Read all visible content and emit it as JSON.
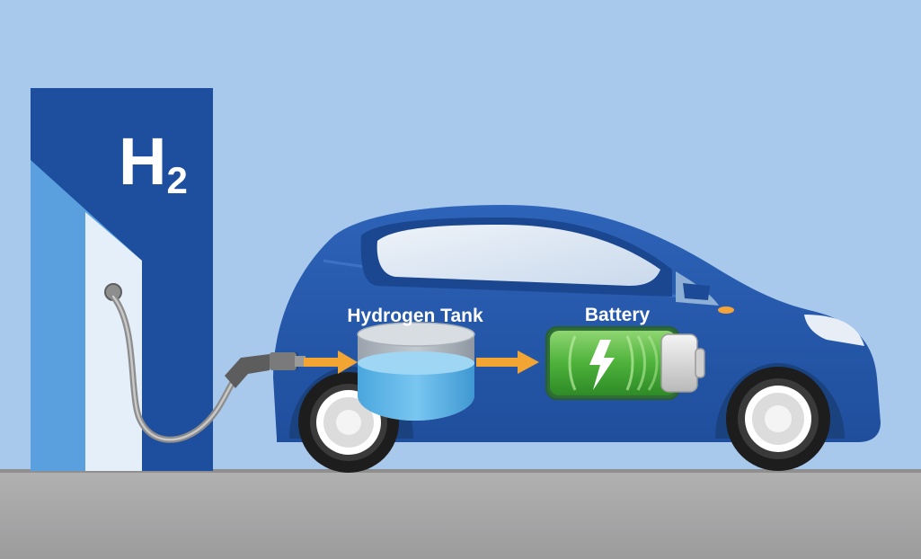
{
  "station": {
    "symbol_main": "H",
    "symbol_sub": "2"
  },
  "labels": {
    "tank": "Hydrogen Tank",
    "battery": "Battery"
  },
  "colors": {
    "sky": "#a9c9ec",
    "ground": "#a7a7a8",
    "station_blue": "#1e4f9e",
    "car_blue": "#2457a8",
    "arrow": "#f3a533",
    "battery_green": "#4db23a",
    "tank_water": "#5eb7ea"
  },
  "icons": {
    "battery_symbol": "lightning-bolt-icon",
    "arrow": "arrow-right-icon"
  }
}
